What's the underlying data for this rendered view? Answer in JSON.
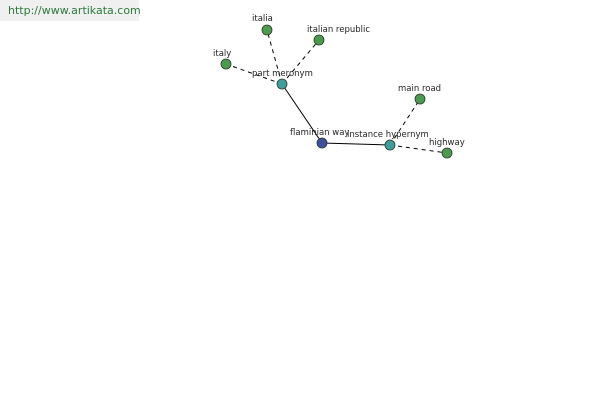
{
  "source_url": "http://www.artikata.com",
  "colors": {
    "root": "#3f4f9f",
    "relation": "#3e9e9e",
    "term": "#4c9a4c",
    "edge": "#000000"
  },
  "diagram": {
    "root": {
      "id": "root",
      "label": "flaminian way"
    },
    "relations": [
      {
        "id": "rel-part",
        "label": "part meronym"
      },
      {
        "id": "rel-instance",
        "label": "instance hypernym"
      }
    ],
    "terms": [
      {
        "id": "t-italia",
        "label": "italia",
        "relation": "rel-part"
      },
      {
        "id": "t-italian-republic",
        "label": "italian republic",
        "relation": "rel-part"
      },
      {
        "id": "t-italy",
        "label": "italy",
        "relation": "rel-part"
      },
      {
        "id": "t-main-road",
        "label": "main road",
        "relation": "rel-instance"
      },
      {
        "id": "t-highway",
        "label": "highway",
        "relation": "rel-instance"
      }
    ]
  }
}
